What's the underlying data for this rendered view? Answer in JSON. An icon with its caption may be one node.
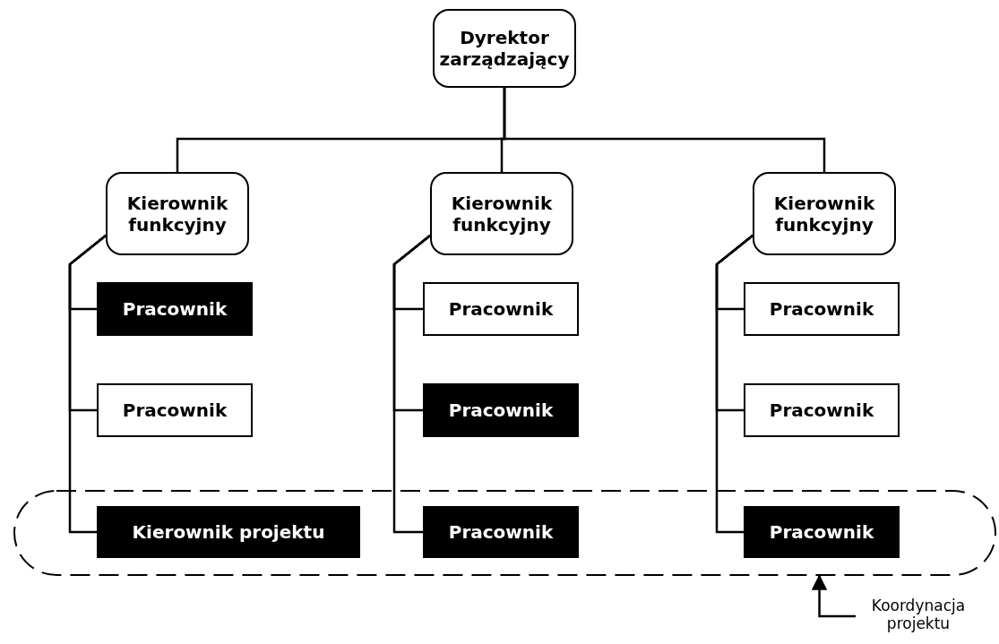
{
  "diagram": {
    "nodes": [
      {
        "text": [
          "Dyrektor zarządzający"
        ]
      },
      {
        "text": [
          "Kierownik funkcyjny"
        ]
      },
      {
        "text": [
          "Kierownik funkcyjny"
        ]
      },
      {
        "text": [
          "Kierownik funkcyjny"
        ]
      },
      {
        "text": [
          "Pracownik"
        ]
      },
      {
        "text": [
          "Pracownik"
        ]
      },
      {
        "text": [
          "Pracownik"
        ]
      },
      {
        "text": [
          "Pracownik"
        ]
      },
      {
        "text": [
          "Pracownik"
        ]
      },
      {
        "text": [
          "Pracownik"
        ]
      },
      {
        "text": [],
        "shape": "ellipse"
      },
      {
        "text": [
          "Kierownik projektu"
        ],
        "in": 10
      },
      {
        "text": [
          "Pracownik"
        ],
        "in": 10
      },
      {
        "text": [
          "Pracownik"
        ],
        "in": 10
      },
      {
        "text": [
          "Koordynacja projektu"
        ]
      }
    ],
    "edges": [
      {
        "from": 0,
        "to": 1,
        "arrow": "none"
      },
      {
        "from": 0,
        "to": 2,
        "arrow": "none"
      },
      {
        "from": 0,
        "to": 3,
        "arrow": "none"
      },
      {
        "from": 1,
        "to": 4,
        "arrow": "none"
      },
      {
        "from": 1,
        "to": 7,
        "arrow": "none"
      },
      {
        "from": 1,
        "to": 11,
        "arrow": "none"
      },
      {
        "from": 2,
        "to": 5,
        "arrow": "none"
      },
      {
        "from": 2,
        "to": 8,
        "arrow": "none"
      },
      {
        "from": 2,
        "to": 12,
        "arrow": "none"
      },
      {
        "from": 3,
        "to": 6,
        "arrow": "none"
      },
      {
        "from": 3,
        "to": 9,
        "arrow": "none"
      },
      {
        "from": 3,
        "to": 13,
        "arrow": "none"
      },
      {
        "from": 14,
        "to": 10,
        "arrow": "to"
      }
    ]
  }
}
